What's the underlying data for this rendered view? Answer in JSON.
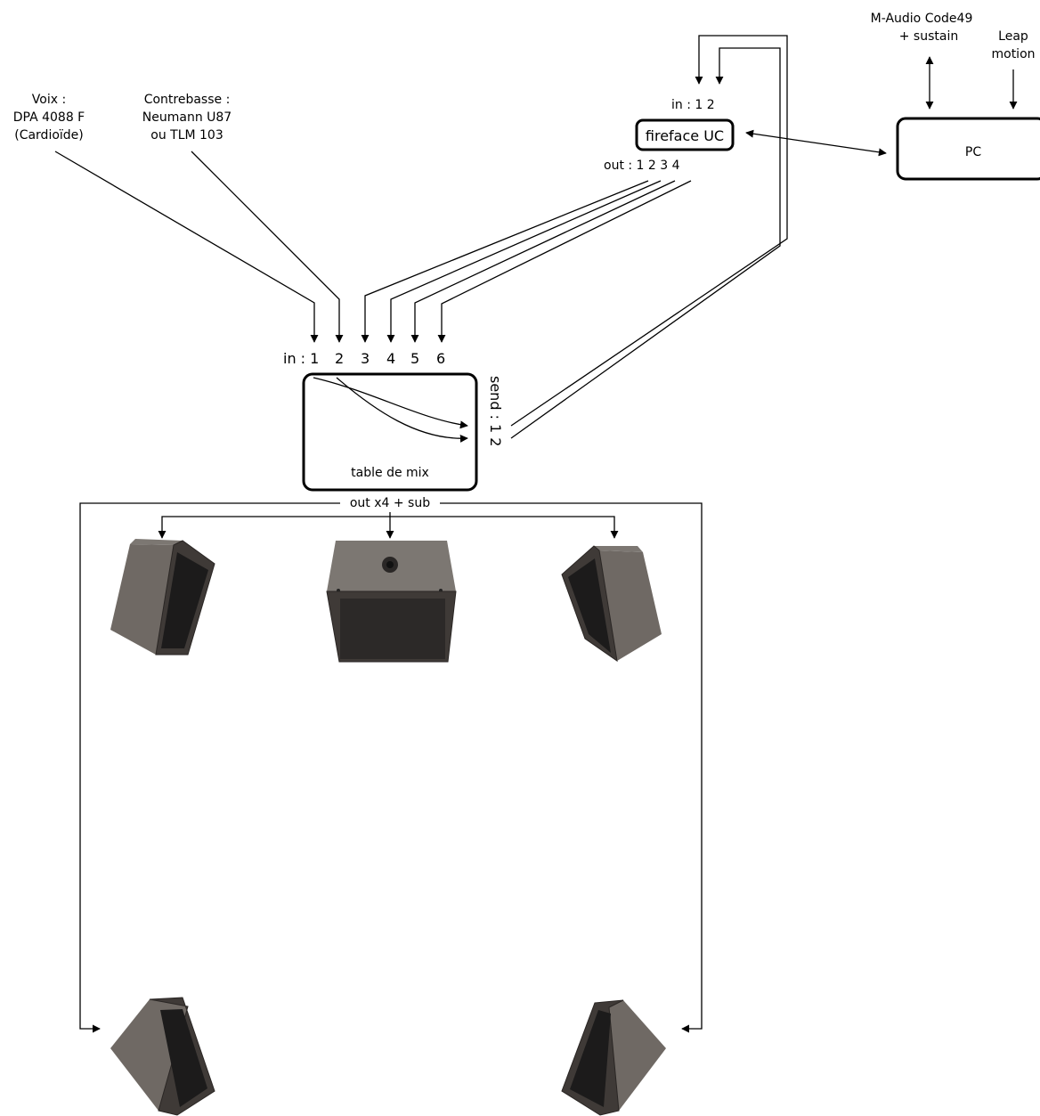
{
  "sources": {
    "voice": [
      "Voix :",
      "DPA 4088 F",
      "(Cardioïde)"
    ],
    "bass": [
      "Contrebasse :",
      "Neumann U87",
      "ou TLM 103"
    ],
    "keyboard": [
      "M-Audio Code49",
      "+ sustain"
    ],
    "leap": [
      "Leap",
      "motion"
    ]
  },
  "pc": {
    "label": "PC"
  },
  "interface": {
    "label": "fireface UC",
    "in_label": "in : 1  2",
    "out_label": "out : 1 2 3 4"
  },
  "mixer": {
    "label": "table de mix",
    "in_label": "in : 1",
    "in_numbers": [
      "2",
      "3",
      "4",
      "5",
      "6"
    ],
    "send_label": "send : 1 2",
    "out_label": "out x4 + sub"
  },
  "speakers": [
    "front-left",
    "sub",
    "front-right",
    "rear-left",
    "rear-right"
  ]
}
